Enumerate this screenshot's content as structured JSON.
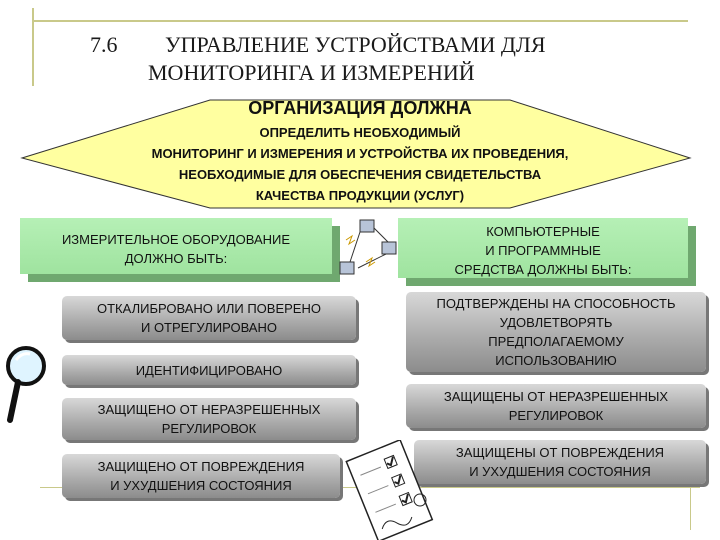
{
  "title": {
    "number": "7.6",
    "line1": "УПРАВЛЕНИЕ УСТРОЙСТВАМИ ДЛЯ",
    "line2": "МОНИТОРИНГА И ИЗМЕРЕНИЙ"
  },
  "hexagon": {
    "heading": "ОРГАНИЗАЦИЯ ДОЛЖНА",
    "lines": [
      "ОПРЕДЕЛИТЬ НЕОБХОДИМЫЙ",
      "МОНИТОРИНГ И ИЗМЕРЕНИЯ И УСТРОЙСТВА ИХ ПРОВЕДЕНИЯ,",
      "НЕОБХОДИМЫЕ ДЛЯ ОБЕСПЕЧЕНИЯ СВИДЕТЕЛЬСТВА",
      "КАЧЕСТВА ПРОДУКЦИИ (УСЛУГ)"
    ]
  },
  "left": {
    "header": [
      "ИЗМЕРИТЕЛЬНОЕ ОБОРУДОВАНИЕ",
      "ДОЛЖНО БЫТЬ:"
    ],
    "items": [
      [
        "ОТКАЛИБРОВАНО ИЛИ ПОВЕРЕНО",
        "И ОТРЕГУЛИРОВАНО"
      ],
      [
        "ИДЕНТИФИЦИРОВАНО"
      ],
      [
        "ЗАЩИЩЕНО ОТ НЕРАЗРЕШЕННЫХ",
        "РЕГУЛИРОВОК"
      ],
      [
        "ЗАЩИЩЕНО ОТ ПОВРЕЖДЕНИЯ",
        "И УХУДШЕНИЯ СОСТОЯНИЯ"
      ]
    ]
  },
  "right": {
    "header": [
      "КОМПЬЮТЕРНЫЕ",
      "И ПРОГРАММНЫЕ",
      "СРЕДСТВА ДОЛЖНЫ БЫТЬ:"
    ],
    "items": [
      [
        "ПОДТВЕРЖДЕНЫ НА СПОСОБНОСТЬ",
        "УДОВЛЕТВОРЯТЬ",
        "ПРЕДПОЛАГАЕМОМУ",
        "ИСПОЛЬЗОВАНИЮ"
      ],
      [
        "ЗАЩИЩЕНЫ ОТ НЕРАЗРЕШЕННЫХ",
        "РЕГУЛИРОВОК"
      ],
      [
        "ЗАЩИЩЕНЫ ОТ ПОВРЕЖДЕНИЯ",
        "И УХУДШЕНИЯ СОСТОЯНИЯ"
      ]
    ]
  },
  "icons": [
    "network-icon",
    "magnifier-icon",
    "checklist-icon"
  ],
  "colors": {
    "hexagon": "#ffffa0",
    "green_box": "#a8eaa8",
    "gray_box": "#a9a9a9",
    "deco_line": "#c9c98a"
  }
}
